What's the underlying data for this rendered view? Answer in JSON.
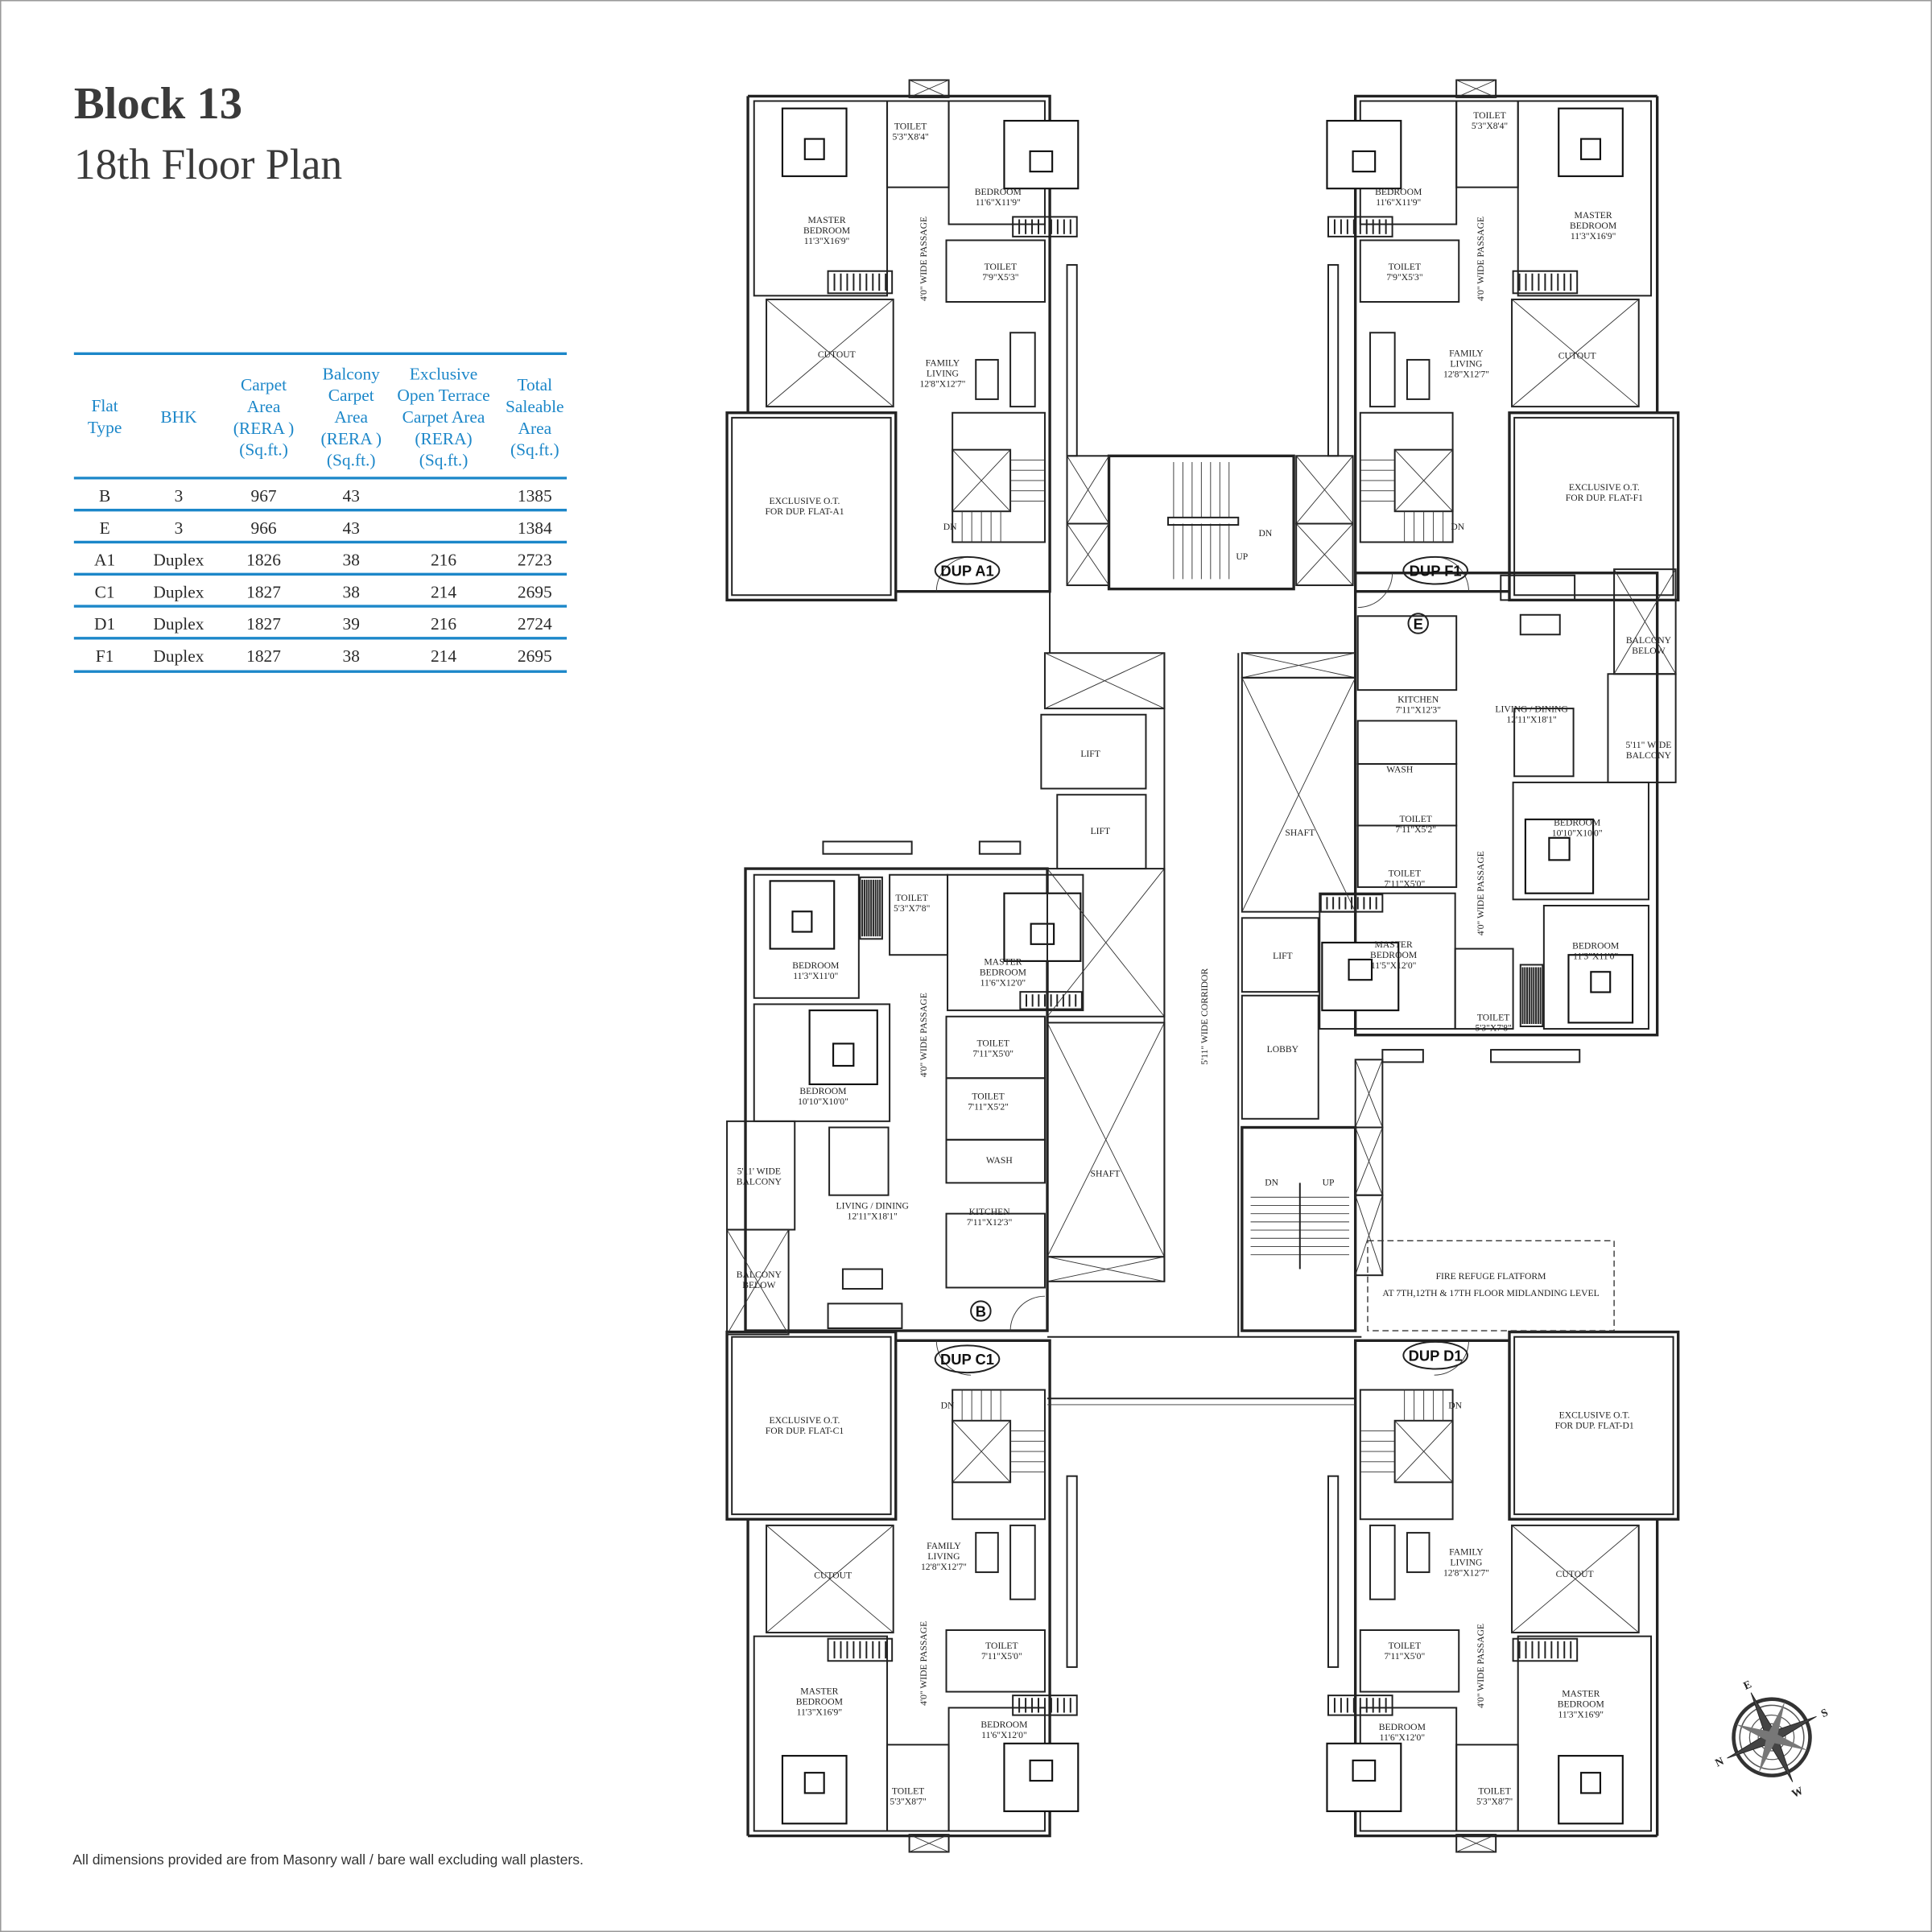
{
  "title": {
    "block": "Block 13",
    "floor": "18th Floor Plan"
  },
  "colors": {
    "accent": "#1c87c9",
    "text": "#333333",
    "line": "#222222"
  },
  "table": {
    "headers": [
      [
        "Flat",
        "Type"
      ],
      [
        "BHK"
      ],
      [
        "Carpet",
        "Area",
        "(RERA )",
        "(Sq.ft.)"
      ],
      [
        "Balcony",
        "Carpet",
        "Area",
        "(RERA )",
        "(Sq.ft.)"
      ],
      [
        "Exclusive",
        "Open Terrace",
        "Carpet Area",
        "(RERA)",
        "(Sq.ft.)"
      ],
      [
        "Total",
        "Saleable",
        "Area",
        "(Sq.ft.)"
      ]
    ],
    "rows": [
      [
        "B",
        "3",
        "967",
        "43",
        "",
        "1385"
      ],
      [
        "E",
        "3",
        "966",
        "43",
        "",
        "1384"
      ],
      [
        "A1",
        "Duplex",
        "1826",
        "38",
        "216",
        "2723"
      ],
      [
        "C1",
        "Duplex",
        "1827",
        "38",
        "214",
        "2695"
      ],
      [
        "D1",
        "Duplex",
        "1827",
        "39",
        "216",
        "2724"
      ],
      [
        "F1",
        "Duplex",
        "1827",
        "38",
        "214",
        "2695"
      ]
    ]
  },
  "plan": {
    "a1": {
      "tag": "DUP A1",
      "master": {
        "label": [
          "MASTER",
          "BEDROOM"
        ],
        "dim": "11'3\"X16'9\""
      },
      "toilet1": {
        "label": [
          "TOILET"
        ],
        "dim": "5'3\"X8'4\""
      },
      "bedroom": {
        "label": [
          "BEDROOM"
        ],
        "dim": "11'6\"X11'9\""
      },
      "toilet2": {
        "label": [
          "TOILET"
        ],
        "dim": "7'9\"X5'3\""
      },
      "cutout": {
        "label": [
          "CUTOUT"
        ]
      },
      "family": {
        "label": [
          "FAMILY",
          "LIVING"
        ],
        "dim": "12'8\"X12'7\""
      },
      "ot": {
        "label": [
          "EXCLUSIVE O.T.",
          "FOR DUP. FLAT-A1"
        ]
      },
      "passage": {
        "label": [
          "4'0\" WIDE PASSAGE"
        ]
      },
      "dn": "DN"
    },
    "f1": {
      "tag": "DUP F1",
      "master": {
        "label": [
          "MASTER",
          "BEDROOM"
        ],
        "dim": "11'3\"X16'9\""
      },
      "toilet1": {
        "label": [
          "TOILET"
        ],
        "dim": "5'3\"X8'4\""
      },
      "bedroom": {
        "label": [
          "BEDROOM"
        ],
        "dim": "11'6\"X11'9\""
      },
      "toilet2": {
        "label": [
          "TOILET"
        ],
        "dim": "7'9\"X5'3\""
      },
      "cutout": {
        "label": [
          "CUTOUT"
        ]
      },
      "family": {
        "label": [
          "FAMILY",
          "LIVING"
        ],
        "dim": "12'8\"X12'7\""
      },
      "ot": {
        "label": [
          "EXCLUSIVE O.T.",
          "FOR DUP. FLAT-F1"
        ]
      },
      "passage": {
        "label": [
          "4'0\" WIDE PASSAGE"
        ]
      },
      "dn": "DN"
    },
    "c1": {
      "tag": "DUP C1",
      "master": {
        "label": [
          "MASTER",
          "BEDROOM"
        ],
        "dim": "11'3\"X16'9\""
      },
      "toilet1": {
        "label": [
          "TOILET"
        ],
        "dim": "5'3\"X8'7\""
      },
      "bedroom": {
        "label": [
          "BEDROOM"
        ],
        "dim": "11'6\"X12'0\""
      },
      "toilet2": {
        "label": [
          "TOILET"
        ],
        "dim": "7'11\"X5'0\""
      },
      "cutout": {
        "label": [
          "CUTOUT"
        ]
      },
      "family": {
        "label": [
          "FAMILY",
          "LIVING"
        ],
        "dim": "12'8\"X12'7\""
      },
      "ot": {
        "label": [
          "EXCLUSIVE O.T.",
          "FOR DUP. FLAT-C1"
        ]
      },
      "passage": {
        "label": [
          "4'0\" WIDE PASSAGE"
        ]
      },
      "dn": "DN"
    },
    "d1": {
      "tag": "DUP D1",
      "master": {
        "label": [
          "MASTER",
          "BEDROOM"
        ],
        "dim": "11'3\"X16'9\""
      },
      "toilet1": {
        "label": [
          "TOILET"
        ],
        "dim": "5'3\"X8'7\""
      },
      "bedroom": {
        "label": [
          "BEDROOM"
        ],
        "dim": "11'6\"X12'0\""
      },
      "toilet2": {
        "label": [
          "TOILET"
        ],
        "dim": "7'11\"X5'0\""
      },
      "cutout": {
        "label": [
          "CUTOUT"
        ]
      },
      "family": {
        "label": [
          "FAMILY",
          "LIVING"
        ],
        "dim": "12'8\"X12'7\""
      },
      "ot": {
        "label": [
          "EXCLUSIVE O.T.",
          "FOR DUP. FLAT-D1"
        ]
      },
      "passage": {
        "label": [
          "4'0\" WIDE PASSAGE"
        ]
      },
      "dn": "DN"
    },
    "b": {
      "tag": "B",
      "bedroom1": {
        "label": [
          "BEDROOM"
        ],
        "dim": "11'3\"X11'0\""
      },
      "toilet1": {
        "label": [
          "TOILET"
        ],
        "dim": "5'3\"X7'8\""
      },
      "master": {
        "label": [
          "MASTER",
          "BEDROOM"
        ],
        "dim": "11'6\"X12'0\""
      },
      "bedroom2": {
        "label": [
          "BEDROOM"
        ],
        "dim": "10'10\"X10'0\""
      },
      "toilet2": {
        "label": [
          "TOILET"
        ],
        "dim": "7'11\"X5'0\""
      },
      "toilet3": {
        "label": [
          "TOILET"
        ],
        "dim": "7'11\"X5'2\""
      },
      "wash": {
        "label": [
          "WASH"
        ]
      },
      "kitchen": {
        "label": [
          "KITCHEN"
        ],
        "dim": "7'11\"X12'3\""
      },
      "living": {
        "label": [
          "LIVING / DINING"
        ],
        "dim": "12'11\"X18'1\""
      },
      "balcony": {
        "label": [
          "5'11' WIDE",
          "BALCONY"
        ]
      },
      "balcony_below": {
        "label": [
          "BALCONY",
          "BELOW"
        ]
      },
      "passage": {
        "label": [
          "4'0\" WIDE PASSAGE"
        ]
      }
    },
    "e": {
      "tag": "E",
      "kitchen": {
        "label": [
          "KITCHEN"
        ],
        "dim": "7'11\"X12'3\""
      },
      "living": {
        "label": [
          "LIVING / DINING"
        ],
        "dim": "12'11\"X18'1\""
      },
      "balcony_below": {
        "label": [
          "BALCONY",
          "BELOW"
        ]
      },
      "balcony": {
        "label": [
          "5'11\" WIDE",
          "BALCONY"
        ]
      },
      "wash": {
        "label": [
          "WASH"
        ]
      },
      "toilet1": {
        "label": [
          "TOILET"
        ],
        "dim": "7'11\"X5'2\""
      },
      "toilet2": {
        "label": [
          "TOILET"
        ],
        "dim": "7'11\"X5'0\""
      },
      "bedroom1": {
        "label": [
          "BEDROOM"
        ],
        "dim": "10'10\"X10'0\""
      },
      "master": {
        "label": [
          "MASTER",
          "BEDROOM"
        ],
        "dim": "11'5\"X12'0\""
      },
      "bedroom2": {
        "label": [
          "BEDROOM"
        ],
        "dim": "11'3\"X11'0\""
      },
      "toilet3": {
        "label": [
          "TOILET"
        ],
        "dim": "5'3\"X7'8\""
      },
      "passage": {
        "label": [
          "4'0\" WIDE PASSAGE"
        ]
      }
    },
    "core": {
      "lift1": {
        "label": [
          "LIFT"
        ]
      },
      "lift2": {
        "label": [
          "LIFT"
        ]
      },
      "lift3": {
        "label": [
          "LIFT"
        ]
      },
      "lobby": {
        "label": [
          "LOBBY"
        ]
      },
      "shaft1": {
        "label": [
          "SHAFT"
        ]
      },
      "shaft2": {
        "label": [
          "SHAFT"
        ]
      },
      "corridor": {
        "label": [
          "5'11\" WIDE CORRIDOR"
        ]
      },
      "refuge": {
        "label": [
          "FIRE REFUGE FLATFORM",
          "AT  7TH,12TH & 17TH FLOOR MIDLANDING LEVEL"
        ]
      },
      "top_dn": "DN",
      "top_up": "UP",
      "fire_dn": "DN",
      "fire_up": "UP"
    }
  },
  "compass": {
    "n": "N",
    "e": "E",
    "s": "S",
    "w": "W"
  },
  "footnote": "All dimensions provided are from Masonry wall / bare wall excluding wall plasters."
}
